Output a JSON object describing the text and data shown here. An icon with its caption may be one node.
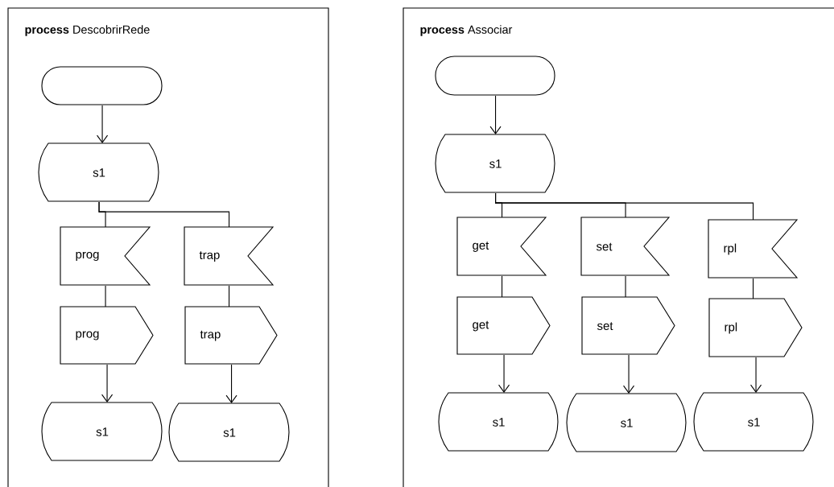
{
  "diagram": {
    "nodes": [
      {
        "text": [
          "**process** DescobrirRede"
        ]
      },
      {
        "text": [],
        "shape": "stadium",
        "in": 0
      },
      {
        "text": [
          "s1"
        ],
        "in": 0
      },
      {
        "text": [
          "prog"
        ],
        "in": 0
      },
      {
        "text": [
          "trap"
        ],
        "in": 0
      },
      {
        "text": [
          "prog"
        ],
        "in": 0
      },
      {
        "text": [
          "trap"
        ],
        "in": 0
      },
      {
        "text": [
          "s1"
        ],
        "in": 0
      },
      {
        "text": [
          "s1"
        ],
        "in": 0
      },
      {
        "text": [
          "**process** Associar"
        ]
      },
      {
        "text": [],
        "shape": "stadium",
        "in": 9
      },
      {
        "text": [
          "s1"
        ],
        "in": 9
      },
      {
        "text": [
          "get"
        ],
        "in": 9
      },
      {
        "text": [
          "set"
        ],
        "in": 9
      },
      {
        "text": [
          "rpl"
        ],
        "in": 9
      },
      {
        "text": [
          "get"
        ],
        "in": 9
      },
      {
        "text": [
          "set"
        ],
        "in": 9
      },
      {
        "text": [
          "rpl"
        ],
        "in": 9
      },
      {
        "text": [
          "s1"
        ],
        "in": 9
      },
      {
        "text": [
          "s1"
        ],
        "in": 9
      },
      {
        "text": [
          "s1"
        ],
        "in": 9
      }
    ],
    "edges": [
      {
        "from": 1,
        "to": 2,
        "arrow": "to"
      },
      {
        "from": 2,
        "to": 3,
        "arrow": "none"
      },
      {
        "from": 2,
        "to": 4,
        "arrow": "none"
      },
      {
        "from": 3,
        "to": 5,
        "arrow": "none"
      },
      {
        "from": 4,
        "to": 6,
        "arrow": "none"
      },
      {
        "from": 5,
        "to": 7,
        "arrow": "to"
      },
      {
        "from": 6,
        "to": 8,
        "arrow": "to"
      },
      {
        "from": 10,
        "to": 11,
        "arrow": "to"
      },
      {
        "from": 11,
        "to": 12,
        "arrow": "none"
      },
      {
        "from": 11,
        "to": 13,
        "arrow": "none"
      },
      {
        "from": 11,
        "to": 14,
        "arrow": "none"
      },
      {
        "from": 12,
        "to": 15,
        "arrow": "none"
      },
      {
        "from": 13,
        "to": 16,
        "arrow": "none"
      },
      {
        "from": 14,
        "to": 17,
        "arrow": "none"
      },
      {
        "from": 15,
        "to": 18,
        "arrow": "to"
      },
      {
        "from": 16,
        "to": 19,
        "arrow": "to"
      },
      {
        "from": 17,
        "to": 20,
        "arrow": "to"
      }
    ]
  }
}
